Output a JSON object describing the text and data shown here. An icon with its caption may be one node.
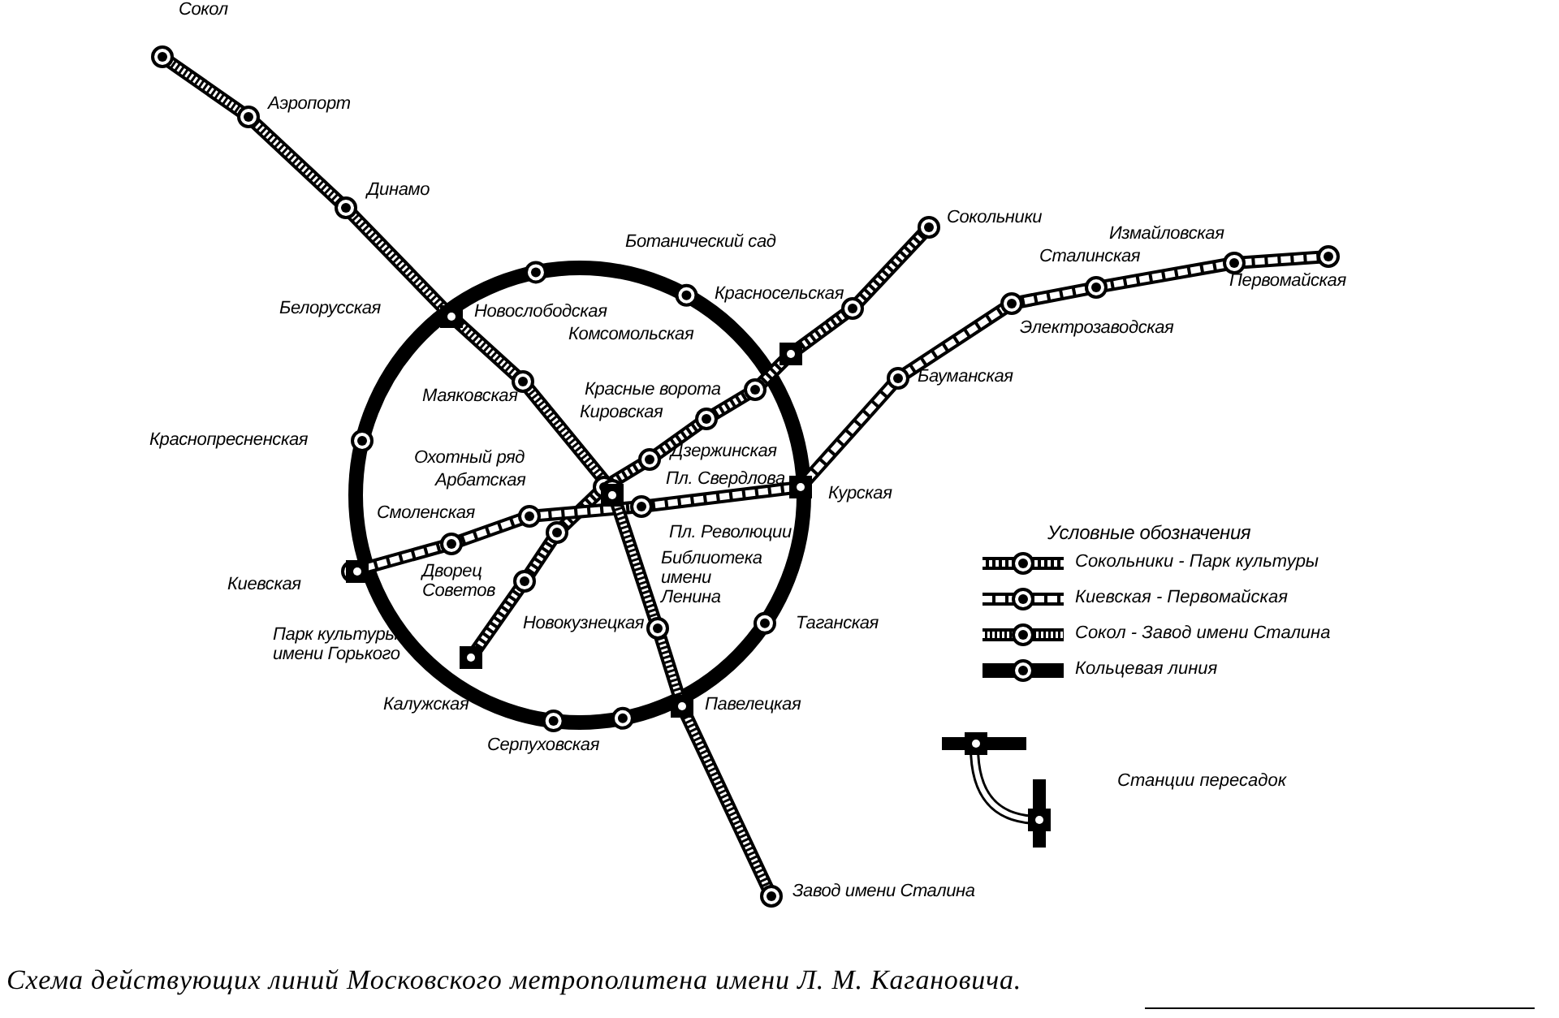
{
  "diagram": {
    "caption": "Схема действующих линий Московского метрополитена имени Л. М. Кагановича.",
    "labels": [
      "Сокол",
      "Аэропорт",
      "Динамо",
      "Сокольники",
      "Измайловская",
      "Ботанический сад",
      "Сталинская",
      "Первомайская",
      "Белорусская",
      "Новослободская",
      "Комсомольская",
      "Красносельская",
      "Электрозаводская",
      "Маяковская",
      "Бауманская",
      "Красные ворота",
      "Кировская",
      "Краснопресненская",
      "Охотный ряд",
      "Дзержинская",
      "Арбатская",
      "Пл. Свердлова",
      "Курская",
      "Смоленская",
      "Пл. Революции",
      "Условные обозначения",
      "Библиотека имени Ленина",
      "Киевская",
      "Дворец Советов",
      "Новокузнецкая",
      "Таганская",
      "Парк культуры имени Горького",
      "Калужская",
      "Павелецкая",
      "Серпуховская",
      "Завод имени Сталина"
    ],
    "legend": [
      {
        "text": "Сокольники - Парк культуры"
      },
      {
        "text": "Киевская - Первомайская"
      },
      {
        "text": "Сокол - Завод имени Сталина"
      },
      {
        "text": "Кольцевая линия"
      },
      {
        "text": "Станции пересадок"
      }
    ]
  }
}
